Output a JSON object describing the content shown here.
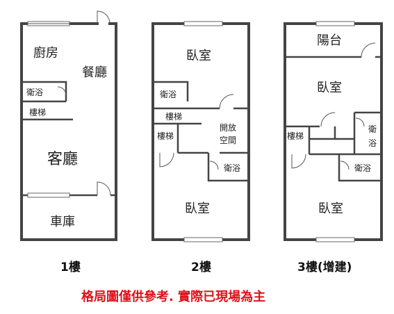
{
  "floors": [
    {
      "label": "1樓",
      "rooms": {
        "kitchen": "廚房",
        "dining": "餐廳",
        "bath": "衛浴",
        "stairs": "樓梯",
        "living": "客廳",
        "garage": "車庫"
      }
    },
    {
      "label": "2樓",
      "rooms": {
        "bedroom_top": "臥室",
        "bath_left": "衛浴",
        "stairs_upper": "樓梯",
        "stairs_lower": "樓梯",
        "open_space_1": "開放",
        "open_space_2": "空間",
        "bath_right": "衛浴",
        "bedroom_bottom": "臥室"
      }
    },
    {
      "label": "3樓(增建)",
      "rooms": {
        "balcony": "陽台",
        "bedroom_top": "臥室",
        "stairs": "樓梯",
        "bath_right_1": "衛",
        "bath_right_2": "浴",
        "bath_mid": "衛浴",
        "bedroom_bottom": "臥室"
      }
    }
  ],
  "note": "格局圖僅供參考. 實際已現場為主",
  "colors": {
    "wall": "#444444",
    "note": "#e0101a"
  }
}
